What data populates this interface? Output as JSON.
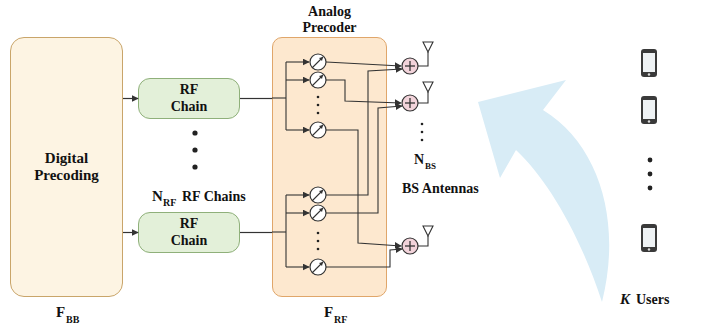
{
  "diagram": {
    "nodes": [
      {
        "text": [
          "Digital Precoding"
        ]
      },
      {
        "text": [
          "RF Chain"
        ]
      },
      {
        "text": [
          "RF Chain"
        ]
      },
      {
        "text": [
          "Analog Precoder"
        ]
      }
    ],
    "edges": [
      {
        "from": 0,
        "to": 1,
        "arrow": "to"
      },
      {
        "from": 0,
        "to": 2,
        "arrow": "to"
      },
      {
        "from": 1,
        "to": 3,
        "arrow": "none"
      },
      {
        "from": 2,
        "to": 3,
        "arrow": "none"
      }
    ],
    "labels": [
      "F",
      "BB",
      "N",
      "RF",
      "RF Chains",
      "F",
      "RF",
      "N",
      "BS",
      "BS Antennas",
      "K",
      "Users"
    ]
  }
}
